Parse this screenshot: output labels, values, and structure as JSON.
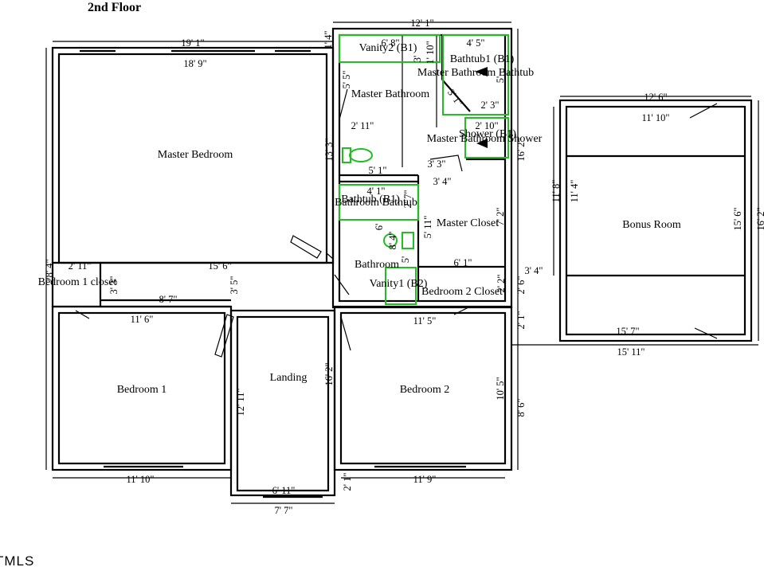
{
  "title": "2nd Floor",
  "logo": "TMLS",
  "rooms": {
    "master_bedroom": "Master Bedroom",
    "master_bathroom": "Master Bathroom",
    "master_bathroom_bathtub": "Master Bathroom Bathtub",
    "master_bathroom_shower": "Master Bathroom Shower",
    "master_closet": "Master Closet",
    "vanity2": "Vanity2 (B1)",
    "bathtub1": "Bathtub1 (B1)",
    "shower": "Shower (B1)",
    "bathroom_bathtub": "Bathroom Bathtub",
    "bathtub_b1": "Bathtub (B1)",
    "bathroom": "Bathroom",
    "vanity1": "Vanity1 (B2)",
    "bedroom1_closet": "Bedroom 1 closet",
    "bedroom2_closet": "Bedroom 2 Closet",
    "bedroom1": "Bedroom 1",
    "bedroom2": "Bedroom 2",
    "landing": "Landing",
    "bonus_room": "Bonus Room"
  },
  "dimensions": {
    "d_19_1": "19' 1\"",
    "d_18_9": "18' 9\"",
    "d_28_4": "28' 4\"",
    "d_12_1": "12' 1\"",
    "d_1_4": "1' 4\"",
    "d_6_8": "6' 8\"",
    "d_4_5": "4' 5\"",
    "d_1_10": "1' 10\"",
    "d_3_top": "3'",
    "d_5_top": "5'",
    "d_2_3": "2' 3\"",
    "d_3_1": "3' 1\"",
    "d_5_5": "5' 5\"",
    "d_2_11a": "2' 11\"",
    "d_2_10": "2' 10\"",
    "d_13_3": "13' 3\"",
    "d_16_2a": "16' 2\"",
    "d_5_1": "5' 1\"",
    "d_3_3": "3' 3\"",
    "d_3_4a": "3' 4\"",
    "d_4_1": "4' 1\"",
    "d_2_7": "2' 7\"",
    "d_6": "6'",
    "d_5_11": "5' 11\"",
    "d_7_2": "7' 2\"",
    "d_8_4": "8' 4\"",
    "d_5": "5'",
    "d_6_1": "6' 1\"",
    "d_3_4b": "3' 4\"",
    "d_2_11b": "2' 11\"",
    "d_15_6": "15' 6\"",
    "d_3_5": "3' 5\"",
    "d_3_3b": "3' 3\"",
    "d_8_7": "8' 7\"",
    "d_2_2": "2' 2\"",
    "d_2_6": "2' 6\"",
    "d_2_1a": "2' 1\"",
    "d_11_6": "11' 6\"",
    "d_11_5": "11' 5\"",
    "d_12_11": "12' 11\"",
    "d_16_2b": "16' 2\"",
    "d_10_5": "10' 5\"",
    "d_8_6": "8' 6\"",
    "d_11_10a": "11' 10\"",
    "d_11_9": "11' 9\"",
    "d_6_11": "6' 11\"",
    "d_7_7": "7' 7\"",
    "d_2_1b": "2' 1\"",
    "d_12_6": "12' 6\"",
    "d_11_10b": "11' 10\"",
    "d_11_8": "11' 8\"",
    "d_11_4": "11' 4\"",
    "d_15_6b": "15' 6\"",
    "d_16_2c": "16' 2\"",
    "d_15_7": "15' 7\"",
    "d_15_11": "15' 11\""
  }
}
